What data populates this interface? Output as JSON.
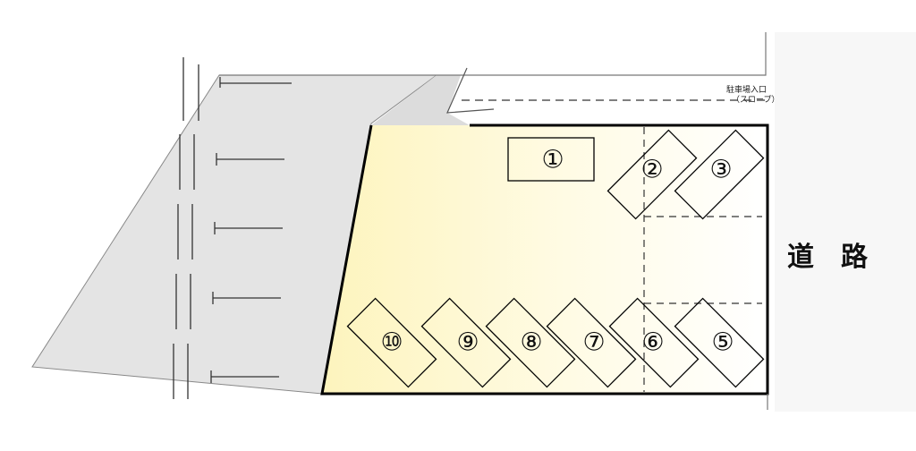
{
  "road": {
    "label_char_1": "道",
    "label_char_2": "路"
  },
  "entrance": {
    "line1": "駐車場入口",
    "line2": "（スロープ）"
  },
  "parking_spaces": [
    {
      "id": "1",
      "label": "①"
    },
    {
      "id": "2",
      "label": "②"
    },
    {
      "id": "3",
      "label": "③"
    },
    {
      "id": "4",
      "label": "⑤"
    },
    {
      "id": "5",
      "label": "⑥"
    },
    {
      "id": "6",
      "label": "⑦"
    },
    {
      "id": "7",
      "label": "⑧"
    },
    {
      "id": "8",
      "label": "⑨"
    },
    {
      "id": "9",
      "label": "⑩"
    }
  ],
  "colors": {
    "lot_gradient_left": "#fdf6c0",
    "lot_gradient_right": "#ffffff",
    "slope_gray": "#e3e3e3",
    "outline": "#000000"
  }
}
